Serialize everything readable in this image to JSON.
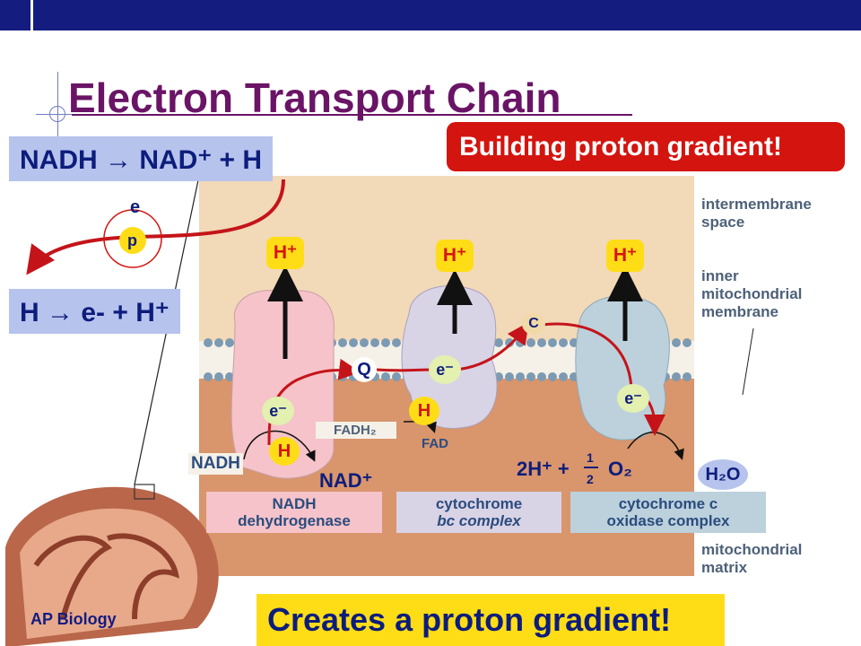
{
  "header": {
    "title": "Electron Transport Chain"
  },
  "equations": {
    "nadh": "NADH → NAD⁺ + H",
    "hydrogen": "H → e- + H⁺"
  },
  "banners": {
    "building": "Building proton gradient!",
    "creates": "Creates a proton gradient!"
  },
  "footer": {
    "course": "AP Biology"
  },
  "atom": {
    "electron": "e",
    "proton": "p"
  },
  "regions": {
    "intermembrane": [
      "intermembrane",
      "space"
    ],
    "inner_membrane": [
      "inner",
      "mitochondrial",
      "membrane"
    ],
    "matrix": [
      "mitochondrial",
      "matrix"
    ]
  },
  "complexes": {
    "c1": [
      "NADH",
      "dehydrogenase"
    ],
    "c3": [
      "cytochrome",
      "bc complex"
    ],
    "c4": [
      "cytochrome c",
      "oxidase complex"
    ]
  },
  "molecules": {
    "hplus": "H⁺",
    "eminus": "e⁻",
    "h": "H",
    "q": "Q",
    "c": "C",
    "nadh": "NADH",
    "nad_plus": "NAD⁺",
    "fadh2": "FADH₂",
    "fad": "FAD",
    "two_h_plus": "2H⁺ +",
    "half_num": "1",
    "half_den": "2",
    "o2": "O₂",
    "h2o": "H₂O"
  },
  "colors": {
    "title": "#6a1466",
    "navy": "#0d1d7c",
    "banner_red": "#d4140f",
    "banner_yellow": "#ffdd16",
    "equation_bg": "#b6c3ed",
    "matrix": "#d9956c",
    "intermembrane": "#f2d9b8",
    "complex1": "#f5c3c9",
    "complex3": "#d9d3e6",
    "complex4": "#bcd1dc"
  }
}
